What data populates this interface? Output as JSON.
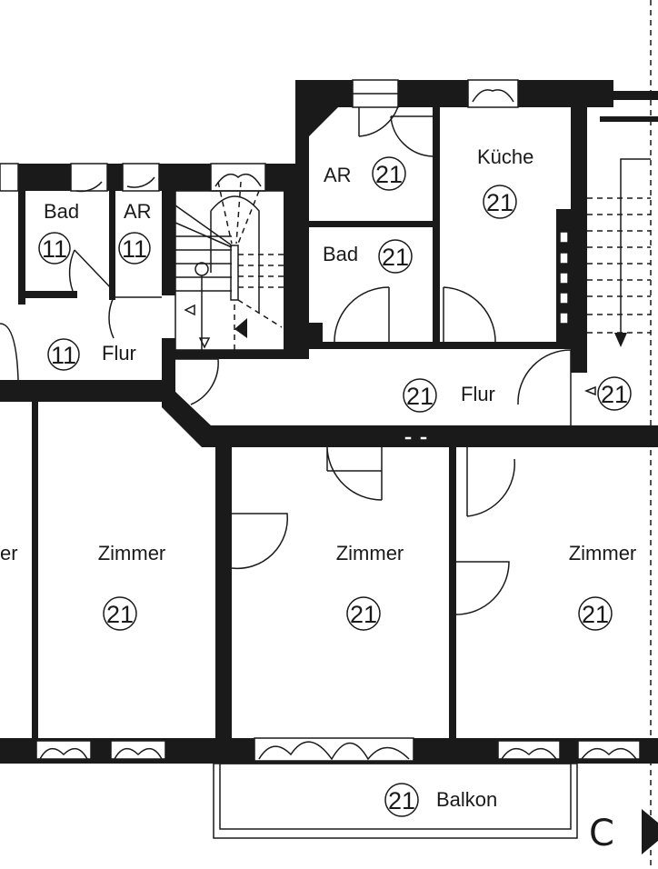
{
  "plan": {
    "rooms": [
      {
        "name": "Bad",
        "unit": "11"
      },
      {
        "name": "AR",
        "unit": "11"
      },
      {
        "name": "Flur",
        "unit": "11"
      },
      {
        "name": "AR",
        "unit": "21"
      },
      {
        "name": "Küche",
        "unit": "21"
      },
      {
        "name": "Bad",
        "unit": "21"
      },
      {
        "name": "Flur",
        "unit": "21"
      },
      {
        "name": "",
        "unit": "21"
      },
      {
        "name": "Zimmer",
        "unit": "21"
      },
      {
        "name": "Zimmer",
        "unit": "21"
      },
      {
        "name": "Zimmer",
        "unit": "21"
      },
      {
        "name": "Balkon",
        "unit": "21"
      }
    ],
    "partial_room_label": "er",
    "section_marker": "C"
  }
}
